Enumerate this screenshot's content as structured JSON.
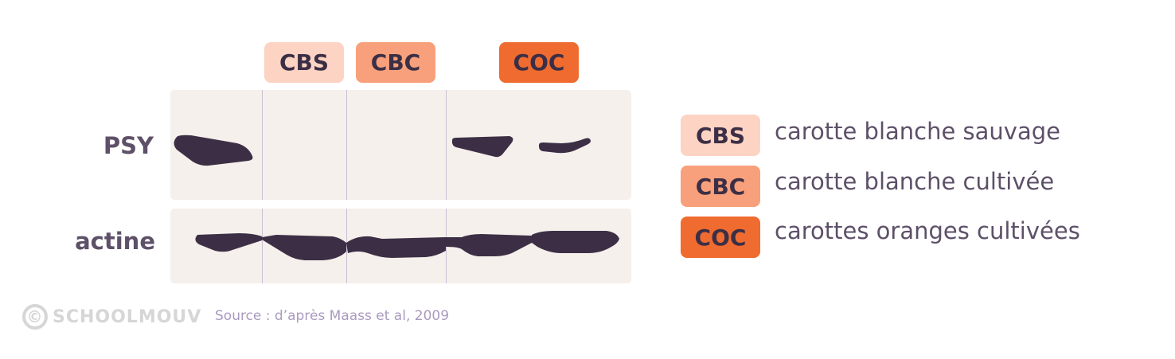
{
  "lane_labels": [
    {
      "code": "CBS",
      "color": "#fdd3c3"
    },
    {
      "code": "CBC",
      "color": "#f8a07c"
    },
    {
      "code": "COC",
      "color": "#f06b30"
    }
  ],
  "rows": {
    "psy": "PSY",
    "actine": "actine"
  },
  "legend": [
    {
      "code": "CBS",
      "text": "carotte blanche sauvage",
      "color": "#fdd3c3"
    },
    {
      "code": "CBC",
      "text": "carotte blanche cultivée",
      "color": "#f8a07c"
    },
    {
      "code": "COC",
      "text": "carottes oranges cultivées",
      "color": "#f06b30"
    }
  ],
  "source": "Source : d’après Maass et al, 2009",
  "logo": {
    "text": "SCHOOLMOUV",
    "symbol": "©"
  },
  "colors": {
    "band": "#3c2f45",
    "panel": "#f5f0ec",
    "text": "#5d5068"
  }
}
